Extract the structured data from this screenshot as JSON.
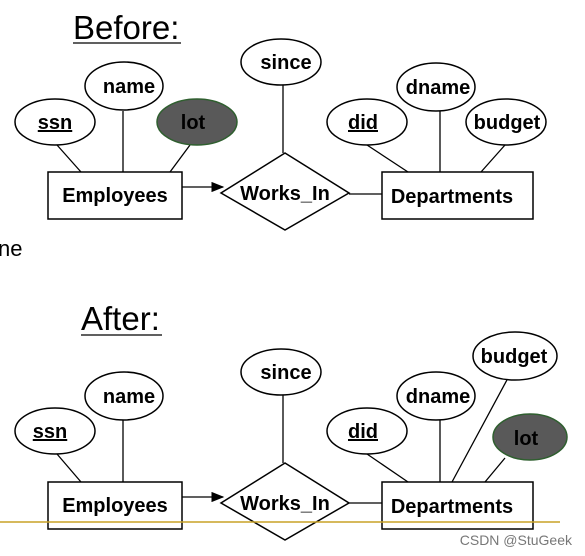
{
  "before": {
    "title": "Before:",
    "employees": "Employees",
    "works_in": "Works_In",
    "departments": "Departments",
    "attr_ssn": "ssn",
    "attr_name": "name",
    "attr_lot": "lot",
    "attr_since": "since",
    "attr_did": "did",
    "attr_dname": "dname",
    "attr_budget": "budget"
  },
  "after": {
    "title": "After:",
    "employees": "Employees",
    "works_in": "Works_In",
    "departments": "Departments",
    "attr_ssn": "ssn",
    "attr_name": "name",
    "attr_since": "since",
    "attr_did": "did",
    "attr_dname": "dname",
    "attr_budget": "budget",
    "attr_lot": "lot"
  },
  "left_fragment": "ne",
  "watermark": "CSDN @StuGeek",
  "colors": {
    "shaded_attribute": "#595959",
    "divider": "#c9a227"
  }
}
